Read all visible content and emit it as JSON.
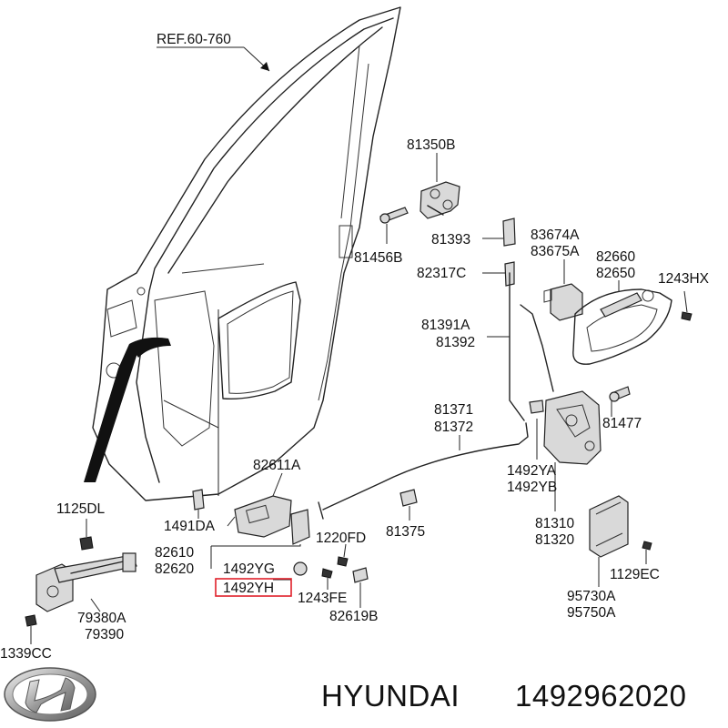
{
  "diagram": {
    "ref_label": "REF.60-760",
    "part_labels": {
      "p81350B": "81350B",
      "p81393": "81393",
      "p81456B": "81456B",
      "p83674A": "83674A",
      "p83675A": "83675A",
      "p82660": "82660",
      "p82650": "82650",
      "p82317C": "82317C",
      "p1243HX": "1243HX",
      "p81391A": "81391A",
      "p81392": "81392",
      "p81371": "81371",
      "p81372": "81372",
      "p81477": "81477",
      "p82611A": "82611A",
      "p1492YA": "1492YA",
      "p1492YB": "1492YB",
      "p1125DL": "1125DL",
      "p1491DA": "1491DA",
      "p81375": "81375",
      "p1220FD": "1220FD",
      "p81310": "81310",
      "p81320": "81320",
      "p82610": "82610",
      "p82620": "82620",
      "p1492YG": "1492YG",
      "p1492YH": "1492YH",
      "p1129EC": "1129EC",
      "p79380A": "79380A",
      "p79390": "79390",
      "p1243FE": "1243FE",
      "p95730A": "95730A",
      "p95750A": "95750A",
      "p82619B": "82619B",
      "p1339CC": "1339CC"
    },
    "highlighted_part": "1492YH",
    "highlight_color": "#e0202a"
  },
  "footer": {
    "brand": "HYUNDAI",
    "part_number": "1492962020"
  }
}
